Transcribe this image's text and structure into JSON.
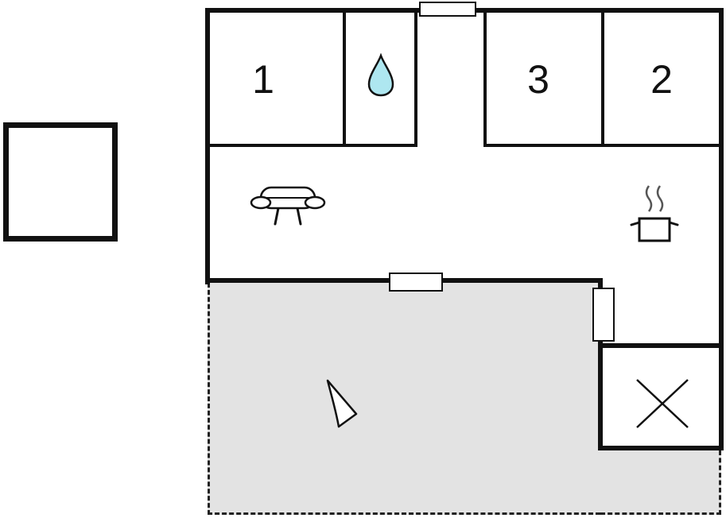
{
  "plan": {
    "type": "floor-plan",
    "rooms": [
      {
        "id": "room-1",
        "label": "1"
      },
      {
        "id": "bathroom",
        "label": "",
        "icon": "water-drop-icon"
      },
      {
        "id": "room-3",
        "label": "3"
      },
      {
        "id": "room-2",
        "label": "2"
      },
      {
        "id": "living-area",
        "label": "",
        "icons": [
          "sofa-icon",
          "stove-pot-icon"
        ]
      },
      {
        "id": "terrace",
        "label": "",
        "icons": [
          "north-arrow-icon"
        ]
      },
      {
        "id": "storage-room",
        "label": "",
        "icon": "cross-marker-icon"
      },
      {
        "id": "outbuilding",
        "label": ""
      }
    ],
    "icons": {
      "water_drop": "water-drop-icon",
      "sofa": "sofa-icon",
      "stove_pot": "stove-pot-icon",
      "north_arrow": "north-arrow-icon",
      "cross_marker": "cross-marker-icon"
    },
    "colors": {
      "wall": "#111111",
      "terrace_fill": "#e3e3e3",
      "water_drop_fill": "#aee7f0",
      "steam_stroke": "#555555",
      "background": "#ffffff"
    }
  }
}
